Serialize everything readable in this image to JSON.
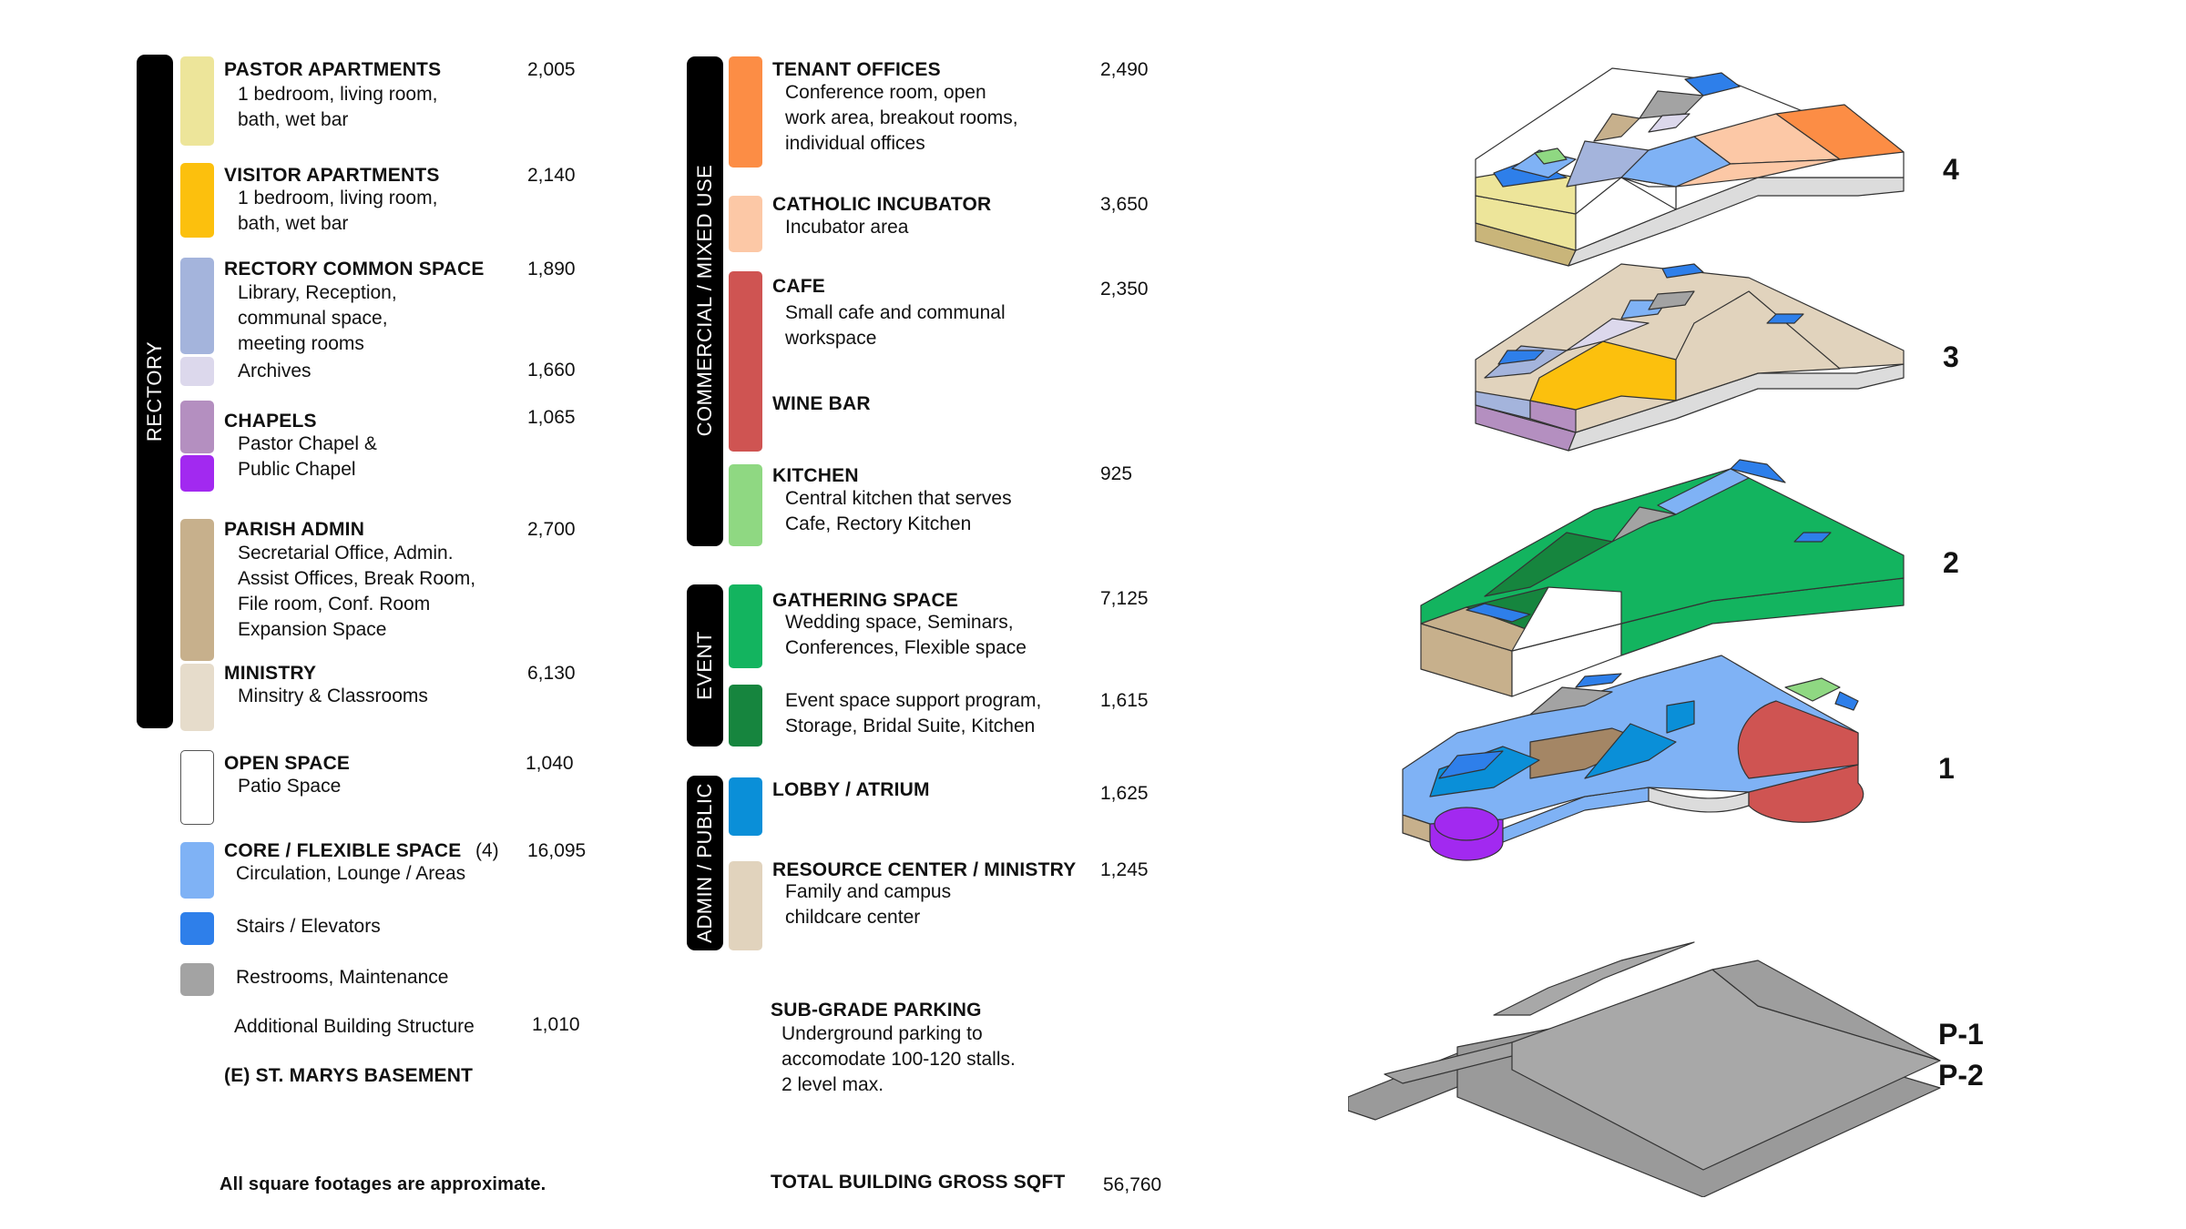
{
  "groups": {
    "rectory": "RECTORY",
    "commercial": "COMMERCIAL / MIXED USE",
    "event": "EVENT",
    "admin": "ADMIN / PUBLIC"
  },
  "items": {
    "pastor_apartments": {
      "title": "PASTOR APARTMENTS",
      "desc": "1 bedroom, living room,\nbath, wet bar",
      "sqft": "2,005",
      "color": "#ede59a"
    },
    "visitor_apartments": {
      "title": "VISITOR APARTMENTS",
      "desc": "1 bedroom, living room,\nbath, wet bar",
      "sqft": "2,140",
      "color": "#fcc00d"
    },
    "rectory_common": {
      "title": "RECTORY COMMON SPACE",
      "desc": "Library, Reception,\ncommunal space,\nmeeting rooms",
      "sqft": "1,890",
      "color": "#a4b4dc"
    },
    "archives": {
      "desc": "Archives",
      "sqft": "1,660",
      "color": "#dcd8ec"
    },
    "chapels": {
      "title": "CHAPELS",
      "desc": "Pastor Chapel &\nPublic Chapel",
      "sqft": "1,065",
      "color_a": "#b48fc0",
      "color_b": "#a229f0"
    },
    "parish_admin": {
      "title": "PARISH ADMIN",
      "desc": "Secretarial Office, Admin.\nAssist Offices, Break Room,\nFile room, Conf. Room\nExpansion Space",
      "sqft": "2,700",
      "color": "#c7b08c"
    },
    "ministry": {
      "title": "MINISTRY",
      "desc": "Minsitry & Classrooms",
      "sqft": "6,130",
      "color": "#e6dccb"
    },
    "open_space": {
      "title": "OPEN SPACE",
      "desc": "Patio Space",
      "sqft": "1,040",
      "color": "#ffffff"
    },
    "core": {
      "title": "CORE / FLEXIBLE SPACE",
      "count": "(4)",
      "desc": "Circulation, Lounge / Areas",
      "sqft": "16,095",
      "color": "#7fb2f5"
    },
    "stairs": {
      "desc": "Stairs / Elevators",
      "color": "#2e7fea"
    },
    "restrooms": {
      "desc": "Restrooms, Maintenance",
      "color": "#a3a3a3"
    },
    "additional": {
      "desc": "Additional Building Structure",
      "sqft": "1,010"
    },
    "basement": {
      "title": "(E) ST. MARYS BASEMENT"
    },
    "tenant_offices": {
      "title": "TENANT OFFICES",
      "desc": "Conference room, open\nwork area, breakout rooms,\nindividual offices",
      "sqft": "2,490",
      "color": "#fc8d45"
    },
    "incubator": {
      "title": "CATHOLIC INCUBATOR",
      "desc": "Incubator area",
      "sqft": "3,650",
      "color": "#fcc8a6"
    },
    "cafe": {
      "title": "CAFE",
      "desc": "Small cafe and communal\nworkspace",
      "sqft": "2,350",
      "color": "#cf5452"
    },
    "wine_bar": {
      "title": "WINE BAR"
    },
    "kitchen": {
      "title": "KITCHEN",
      "desc": "Central kitchen that serves\nCafe, Rectory Kitchen",
      "sqft": "925",
      "color": "#8fd882"
    },
    "gathering": {
      "title": "GATHERING SPACE",
      "desc": "Wedding space, Seminars,\nConferences, Flexible space",
      "sqft": "7,125",
      "color": "#13b45f"
    },
    "event_support": {
      "desc": "Event space support program,\nStorage, Bridal Suite, Kitchen",
      "sqft": "1,615",
      "color": "#16853e"
    },
    "lobby": {
      "title": "LOBBY / ATRIUM",
      "sqft": "1,625",
      "color": "#0a8fd8"
    },
    "resource_center": {
      "title": "RESOURCE CENTER / MINISTRY",
      "desc": "Family and campus\nchildcare center",
      "sqft": "1,245",
      "color": "#e1d3bd"
    },
    "parking": {
      "title": "SUB-GRADE PARKING",
      "desc": "Underground parking to\naccomodate 100-120 stalls.\n2 level max."
    }
  },
  "footer": {
    "note": "All square footages are approximate.",
    "total_label": "TOTAL BUILDING GROSS SQFT",
    "total_value": "56,760"
  },
  "levels": {
    "l4": "4",
    "l3": "3",
    "l2": "2",
    "l1": "1",
    "p1": "P-1",
    "p2": "P-2"
  }
}
